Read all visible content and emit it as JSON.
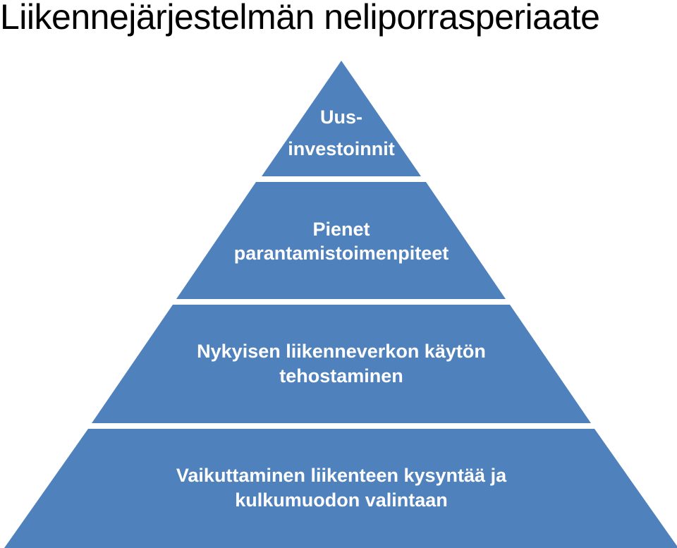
{
  "title": "Liikennejärjestelmän neliporrasperiaate",
  "colors": {
    "tier_fill": "#4f81bd",
    "gap": "#ffffff",
    "text": "#ffffff"
  },
  "tiers": [
    {
      "lines": [
        "Uus-",
        "investoinnit"
      ]
    },
    {
      "lines": [
        "Pienet",
        "parantamistoimenpiteet"
      ]
    },
    {
      "lines": [
        "Nykyisen liikenneverkon käytön",
        "tehostaminen"
      ]
    },
    {
      "lines": [
        "Vaikuttaminen liikenteen kysyntää ja",
        "kulkumuodon valintaan"
      ]
    }
  ]
}
